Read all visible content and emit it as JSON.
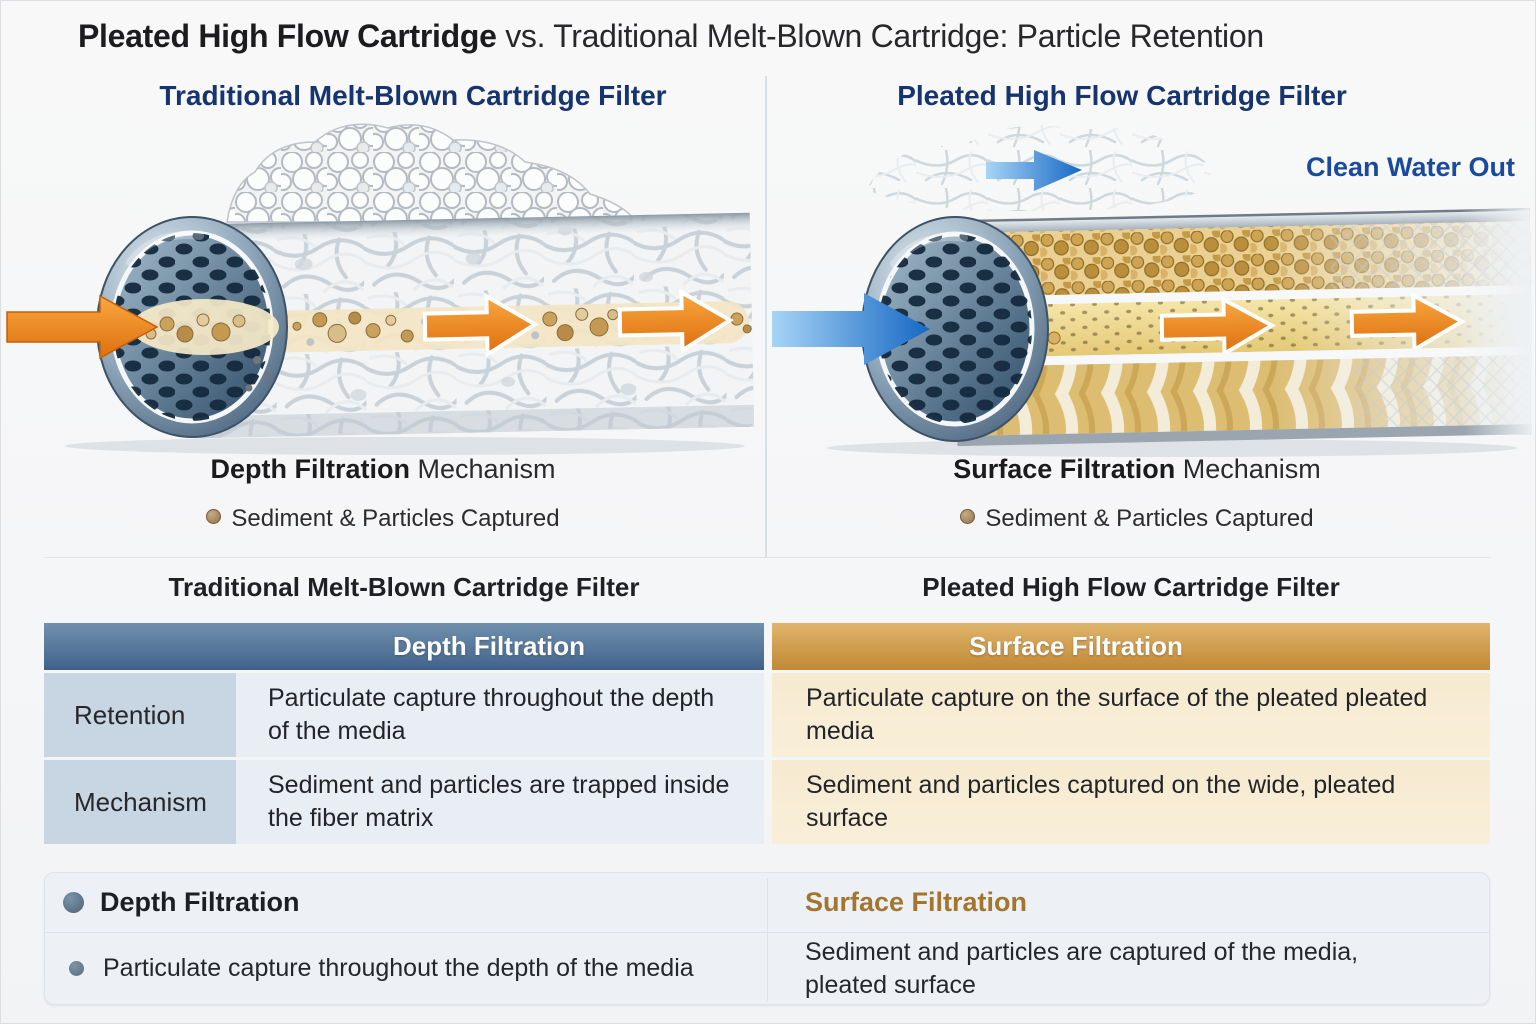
{
  "title": {
    "lead": "Pleated High Flow Cartridge",
    "rest": " vs. Traditional Melt-Blown Cartridge: Particle Retention"
  },
  "diagram": {
    "left": {
      "header": "Traditional Melt-Blown Cartridge Filter",
      "caption_bold": "Depth Filtration",
      "caption_rest": " Mechanism",
      "legend": "Sediment & Particles Captured"
    },
    "right": {
      "header": "Pleated High Flow Cartridge Filter",
      "caption_bold": "Surface Filtration",
      "caption_rest": " Mechanism",
      "legend": "Sediment & Particles Captured",
      "clean_water": "Clean Water Out"
    }
  },
  "table": {
    "left_title": "Traditional Melt-Blown Cartridge Filter",
    "right_title": "Pleated High Flow Cartridge Filter",
    "left_column_header": "Depth Filtration",
    "right_column_header": "Surface Filtration",
    "rows": [
      {
        "label": "Retention",
        "left": "Particulate capture throughout the depth of the media",
        "right": "Particulate capture on the surface of the pleated pleated media"
      },
      {
        "label": "Mechanism",
        "left": "Sediment and particles are trapped inside the fiber matrix",
        "right": "Sediment and particles captured on the wide, pleated surface"
      }
    ]
  },
  "footer": {
    "left_title": "Depth Filtration",
    "left_desc": "Particulate capture throughout the depth of the media",
    "right_title": "Surface Filtration",
    "right_desc": "Sediment and particles are captured of the media, pleated surface"
  },
  "colors": {
    "heading_navy": "#16356f",
    "depth_header_blue": "#4e6f95",
    "surface_header_gold": "#cb9747",
    "label_cell": "#c8d5e2",
    "depth_cell": "#e9eef4",
    "surface_cell": "#f8eed6",
    "footer_panel": "#edf0f5",
    "surface_footer_title": "#a2762f",
    "clean_water_blue": "#1a4a9e",
    "flow_orange": "#e8821e",
    "flow_blue": "#2386e0",
    "particle_tan": "#b08d5e"
  }
}
